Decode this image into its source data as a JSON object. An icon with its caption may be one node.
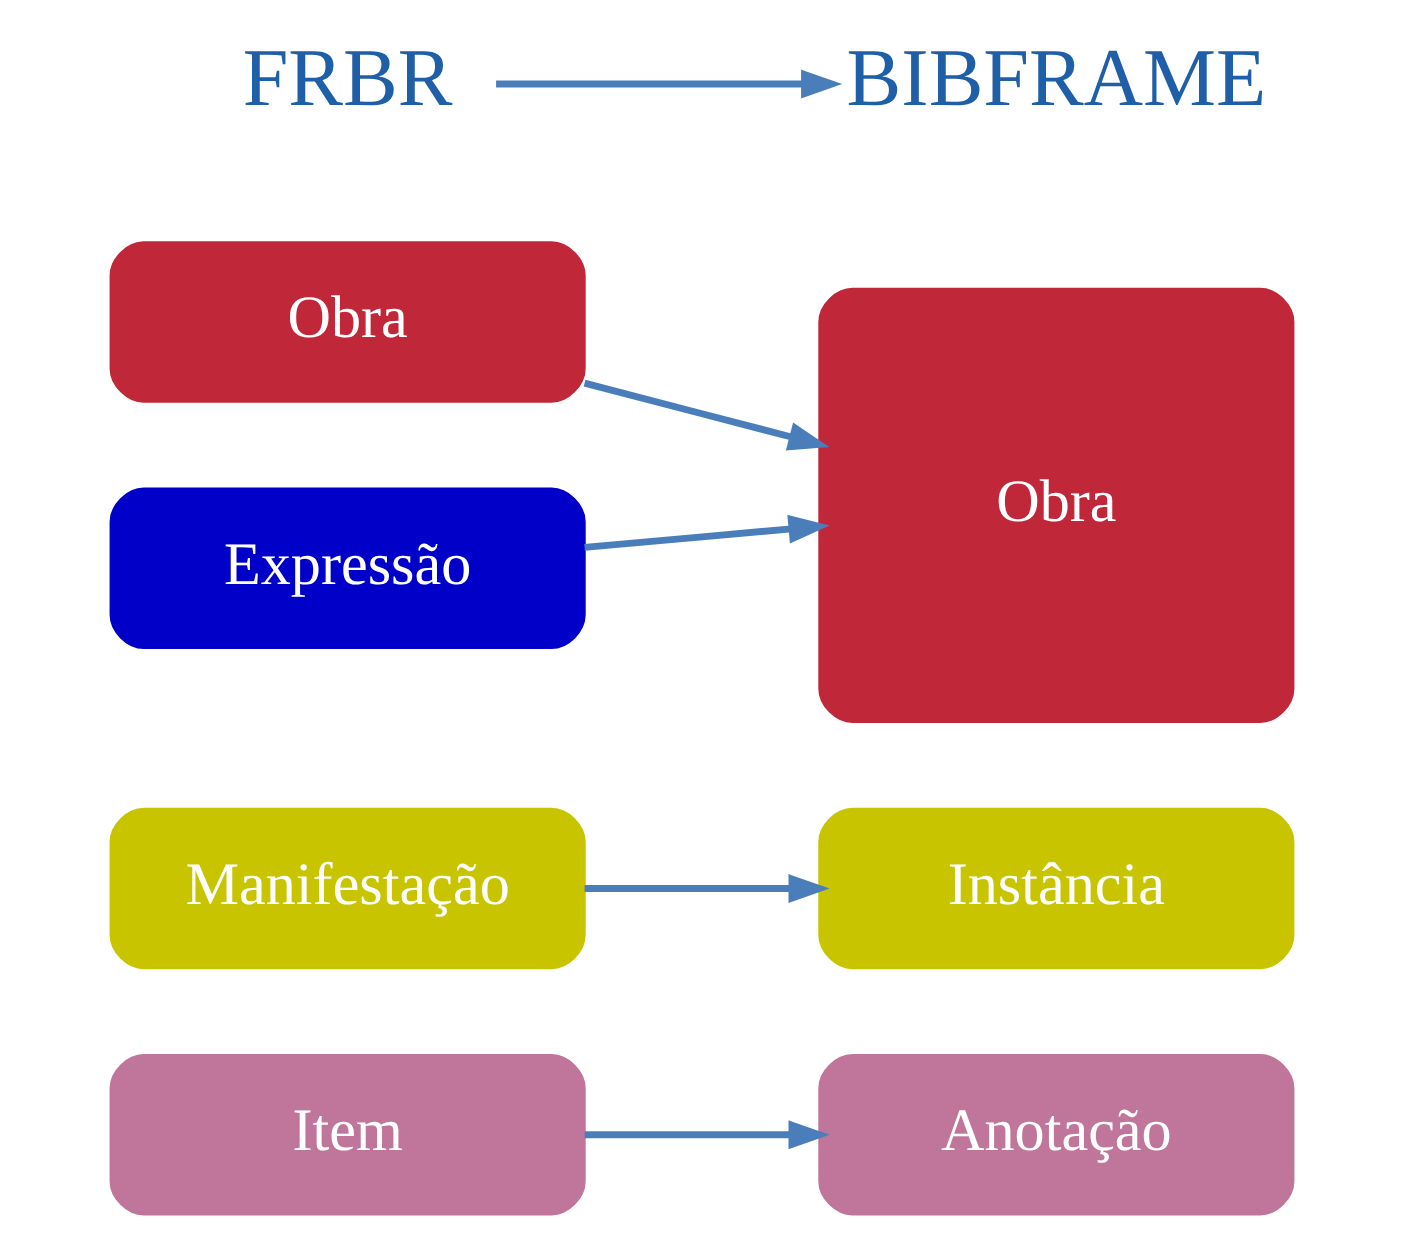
{
  "diagram": {
    "nodes": [
      {
        "text": [
          "FRBR"
        ]
      },
      {
        "text": [
          "BIBFRAME"
        ]
      },
      {
        "text": [
          "Obra"
        ]
      },
      {
        "text": [
          "Obra"
        ]
      },
      {
        "text": [
          "Expressão"
        ]
      },
      {
        "text": [
          "Manifestação"
        ]
      },
      {
        "text": [
          "Instância"
        ]
      },
      {
        "text": [
          "Item"
        ]
      },
      {
        "text": [
          "Anotação"
        ]
      }
    ],
    "edges": [
      {
        "from": 0,
        "to": 1,
        "arrow": "to"
      },
      {
        "from": 2,
        "to": 3,
        "arrow": "to"
      },
      {
        "from": 4,
        "to": 3,
        "arrow": "to"
      },
      {
        "from": 5,
        "to": 6,
        "arrow": "to"
      },
      {
        "from": 7,
        "to": 8,
        "arrow": "to"
      }
    ]
  }
}
